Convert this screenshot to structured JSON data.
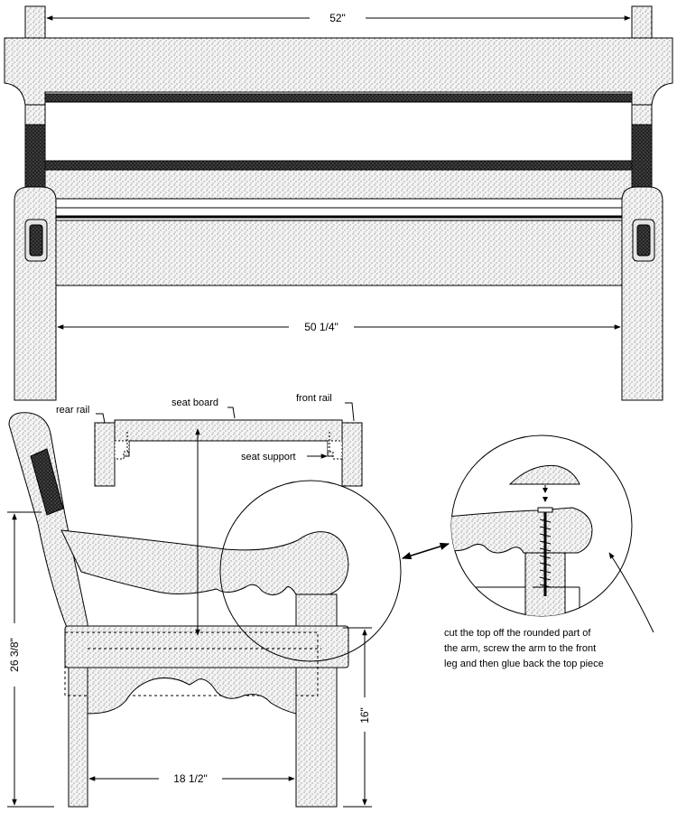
{
  "front_view": {
    "overall_width": "52\"",
    "inner_width": "50 1/4\""
  },
  "seat_section": {
    "rear_rail": "rear rail",
    "seat_board": "seat board",
    "front_rail": "front rail",
    "seat_support": "seat support"
  },
  "side_view": {
    "back_height": "26 3/8\"",
    "seat_height": "16\"",
    "leg_spacing": "18 1/2\""
  },
  "detail_note": {
    "lines": [
      "cut the top off the rounded part of",
      "the arm, screw the arm to the front",
      "leg and then glue back the top piece"
    ]
  }
}
